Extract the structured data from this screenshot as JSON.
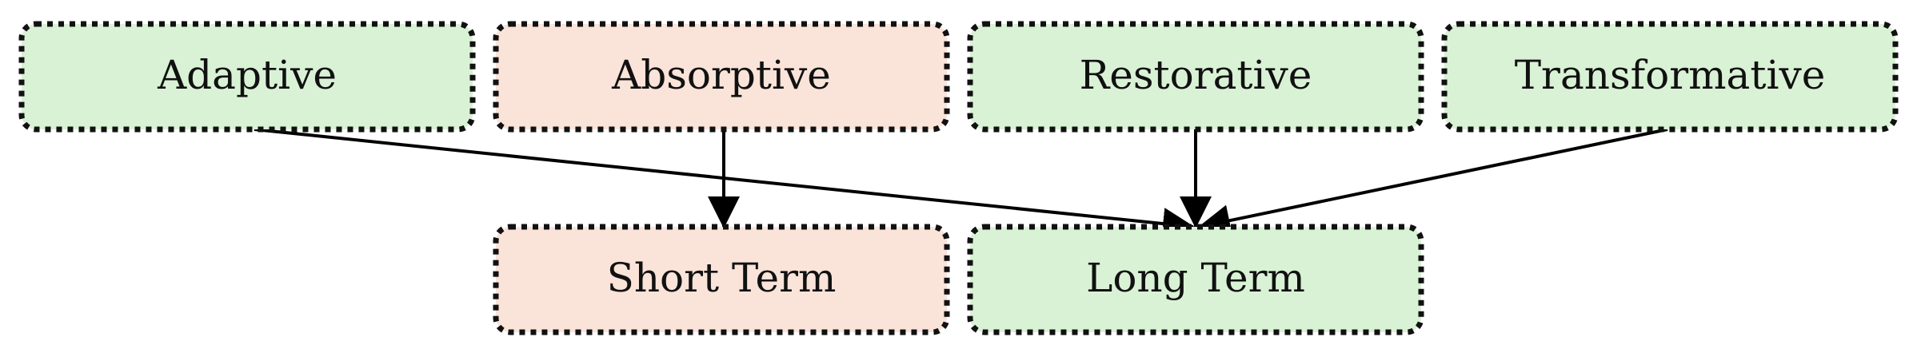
{
  "nodes": {
    "adaptive": {
      "label": "Adaptive",
      "fill": "#d9f2d5"
    },
    "absorptive": {
      "label": "Absorptive",
      "fill": "#fae3d9"
    },
    "restorative": {
      "label": "Restorative",
      "fill": "#d9f2d5"
    },
    "transformative": {
      "label": "Transformative",
      "fill": "#d9f2d5"
    },
    "short_term": {
      "label": "Short Term",
      "fill": "#fae3d9"
    },
    "long_term": {
      "label": "Long Term",
      "fill": "#d9f2d5"
    }
  },
  "edges": [
    {
      "from": "adaptive",
      "to": "long_term"
    },
    {
      "from": "absorptive",
      "to": "short_term"
    },
    {
      "from": "restorative",
      "to": "long_term"
    },
    {
      "from": "transformative",
      "to": "long_term"
    }
  ],
  "colors": {
    "border": "#111111",
    "arrow": "#000000"
  }
}
